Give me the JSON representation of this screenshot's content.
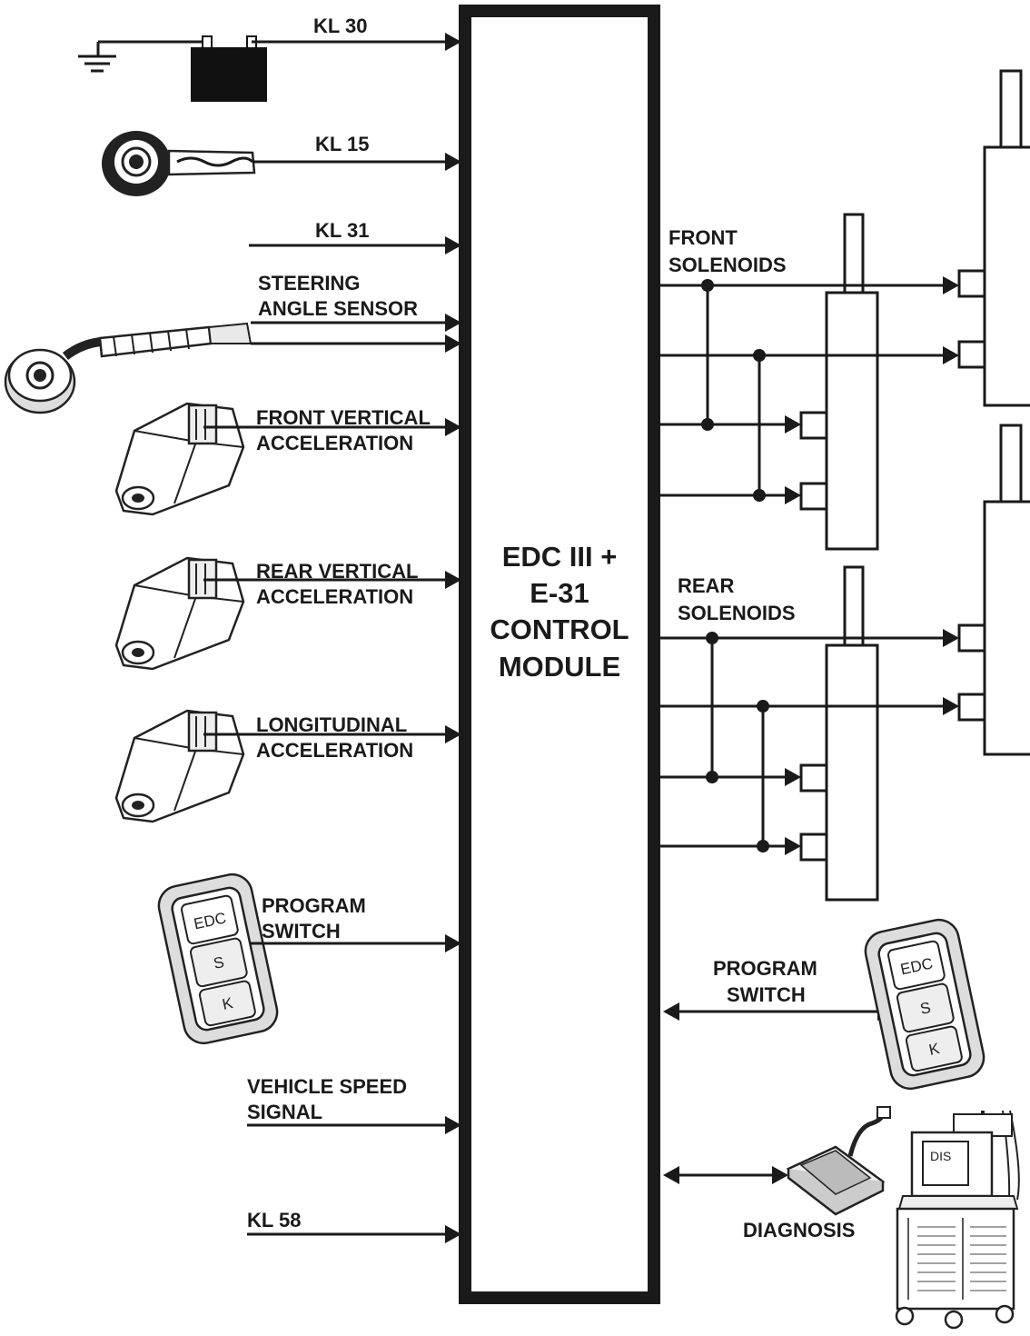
{
  "inputs": {
    "kl30": "KL 30",
    "kl15": "KL 15",
    "kl31": "KL 31",
    "steering": [
      "STEERING",
      "ANGLE SENSOR"
    ],
    "front_vert": [
      "FRONT VERTICAL",
      "ACCELERATION"
    ],
    "rear_vert": [
      "REAR VERTICAL",
      "ACCELERATION"
    ],
    "longitudinal": [
      "LONGITUDINAL",
      "ACCELERATION"
    ],
    "program_switch": [
      "PROGRAM",
      "SWITCH"
    ],
    "vehicle_speed": [
      "VEHICLE SPEED",
      "SIGNAL"
    ],
    "kl58": "KL 58"
  },
  "module": {
    "lines": [
      "EDC III +",
      "E-31",
      "CONTROL",
      "MODULE"
    ]
  },
  "outputs": {
    "front_solenoids": [
      "FRONT",
      "SOLENOIDS"
    ],
    "rear_solenoids": [
      "REAR",
      "SOLENOIDS"
    ],
    "program_switch": [
      "PROGRAM",
      "SWITCH"
    ],
    "diagnosis": "DIAGNOSIS"
  },
  "device_labels": {
    "switch_buttons": [
      "EDC",
      "S",
      "K"
    ],
    "dis_screen": "DIS"
  },
  "icons": [
    "ground-symbol",
    "battery",
    "ignition-key",
    "steering-angle-sensor",
    "acceleration-sensor",
    "program-switch",
    "laptop",
    "dis-tester"
  ]
}
